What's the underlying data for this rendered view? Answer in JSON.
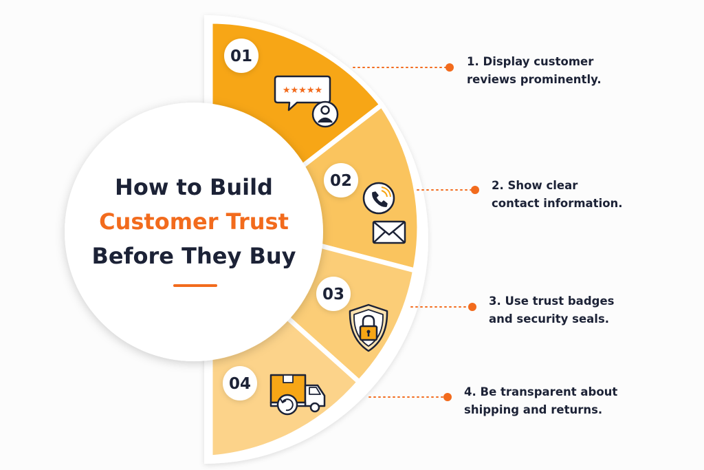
{
  "title": {
    "line1": "How to Build",
    "line2": "Customer Trust",
    "line3": "Before They Buy"
  },
  "colors": {
    "segment_1": "#f7a616",
    "segment_2": "#fac45e",
    "segment_3": "#fbcd77",
    "segment_4": "#fcd38a",
    "accent": "#f26b1d",
    "text": "#1c2236",
    "icon_stroke": "#1c2236"
  },
  "steps": [
    {
      "number": "01",
      "label_line1": "1. Display customer",
      "label_line2": "reviews prominently.",
      "icon": "customer-review-icon"
    },
    {
      "number": "02",
      "label_line1": "2. Show clear",
      "label_line2": "contact information.",
      "icon": "phone-and-mail-icon"
    },
    {
      "number": "03",
      "label_line1": "3. Use trust badges",
      "label_line2": "and security seals.",
      "icon": "security-shield-lock-icon"
    },
    {
      "number": "04",
      "label_line1": "4. Be transparent about",
      "label_line2": "shipping and returns.",
      "icon": "delivery-truck-returns-icon"
    }
  ]
}
